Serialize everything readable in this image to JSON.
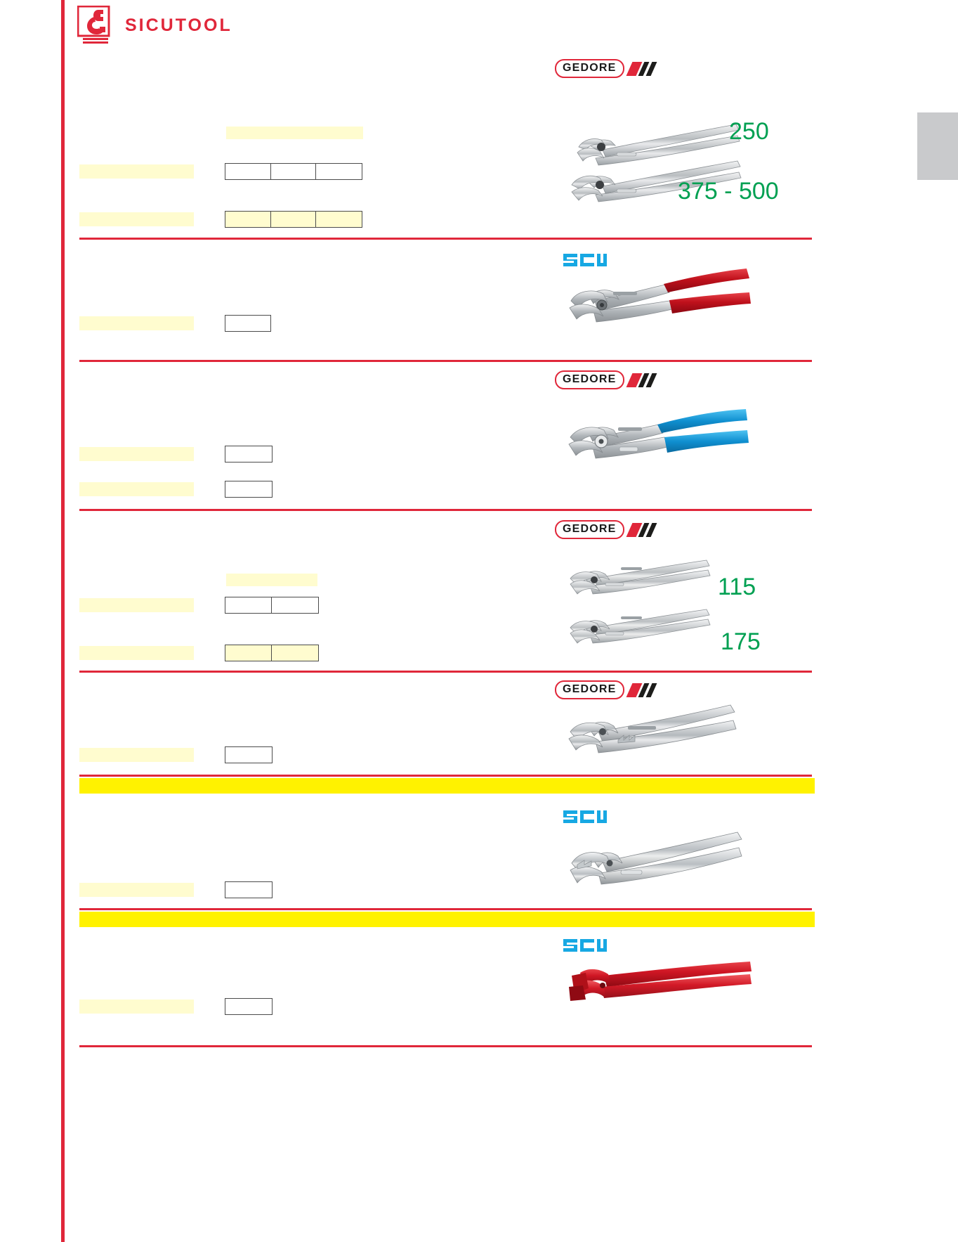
{
  "header": {
    "brand_name": "SICUTOOL",
    "brand_color": "#e0273a",
    "logo_icon": "sicutool-wrench-logo"
  },
  "theme": {
    "rule_color": "#e0273a",
    "band_color": "#fff200",
    "highlight_color": "#fffccf",
    "size_text_color": "#00a052",
    "scu_color": "#17a8e3",
    "gedore_red": "#e0273a",
    "tab_gray": "#c9cacc"
  },
  "brands": {
    "gedore_label": "GEDORE",
    "scu_label": "SCU"
  },
  "sections": [
    {
      "id": "section-1",
      "brand": "GEDORE",
      "product_icon": "water-pump-pliers-chrome",
      "sizes": [
        "250",
        "375  -  500"
      ]
    },
    {
      "id": "section-2",
      "brand": "SCU",
      "product_icon": "water-pump-pliers-red-grip",
      "sizes": []
    },
    {
      "id": "section-3",
      "brand": "GEDORE",
      "product_icon": "water-pump-pliers-blue-grip",
      "sizes": []
    },
    {
      "id": "section-4",
      "brand": "GEDORE",
      "product_icon": "water-pump-pliers-chrome-small",
      "sizes": [
        "115",
        "175"
      ]
    },
    {
      "id": "section-5",
      "brand": "GEDORE",
      "product_icon": "water-pump-pliers-chrome-long",
      "sizes": []
    },
    {
      "id": "section-6",
      "brand": "SCU",
      "product_icon": "water-pump-pliers-polished",
      "sizes": []
    },
    {
      "id": "section-7",
      "brand": "SCU",
      "product_icon": "pipe-wrench-red",
      "sizes": []
    }
  ]
}
